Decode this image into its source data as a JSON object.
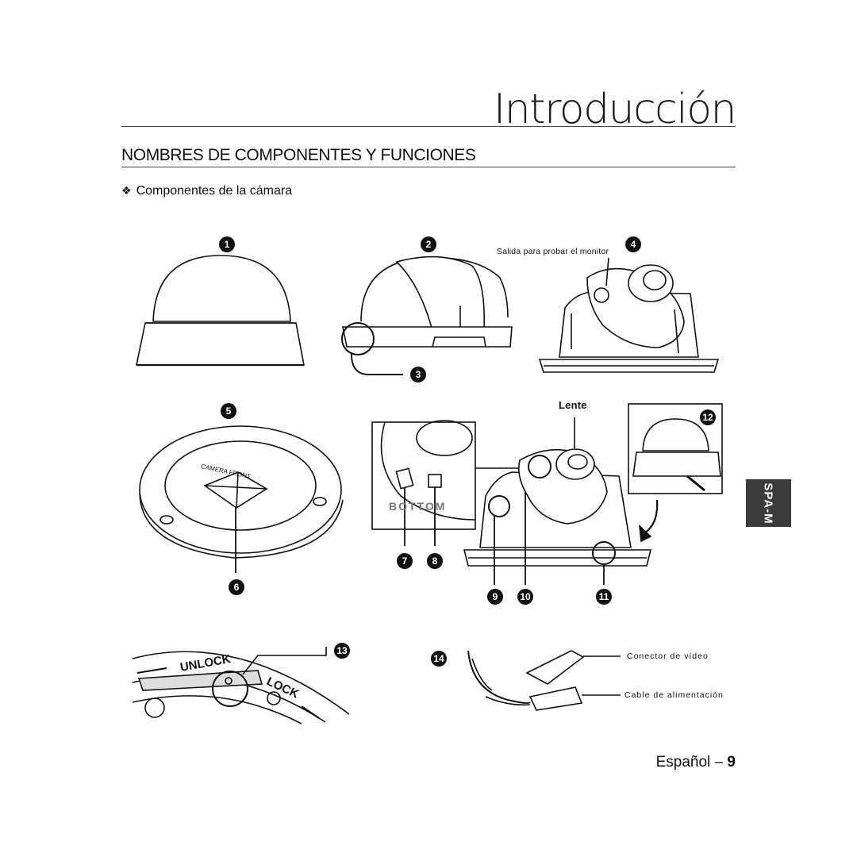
{
  "header": {
    "chapter_title": "Introducción"
  },
  "section": {
    "heading": "NOMBRES DE COMPONENTES Y FUNCIONES"
  },
  "subsection": {
    "bullet": "❖",
    "heading": "Componentes de la cámara"
  },
  "numbers": {
    "n1": "1",
    "n2": "2",
    "n3": "3",
    "n4": "4",
    "n5": "5",
    "n6": "6",
    "n7": "7",
    "n8": "8",
    "n9": "9",
    "n10": "10",
    "n11": "11",
    "n12": "12",
    "n13": "13",
    "n14": "14"
  },
  "labels": {
    "monitor_out": "Salida para probar el monitor",
    "lens": "Lente",
    "video_connector": "Conector de vídeo",
    "power_cable": "Cable de alimentación",
    "camera_front": "CAMERA FRONT",
    "bottom": "BOTTOM",
    "unlock": "UNLOCK",
    "lock": "LOCK"
  },
  "side_tab": {
    "label": "SPA-M"
  },
  "footer": {
    "language": "Español",
    "separator": "–",
    "page": "9"
  }
}
